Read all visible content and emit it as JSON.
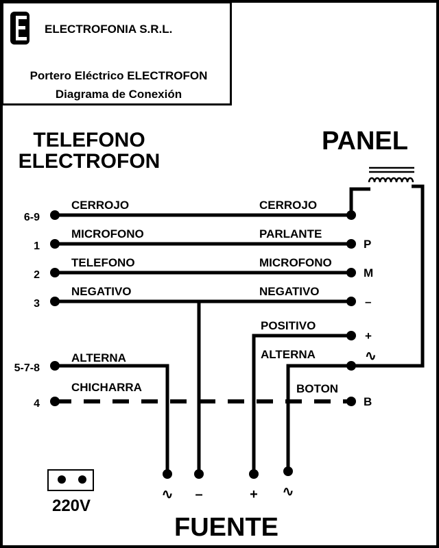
{
  "header": {
    "company": "ELECTROFONIA S.R.L.",
    "subtitle_line1": "Portero Eléctrico ELECTROFON",
    "subtitle_line2": "Diagrama de Conexión"
  },
  "headings": {
    "telefono_line1": "TELEFONO",
    "telefono_line2": "ELECTROFON",
    "panel": "PANEL",
    "fuente": "FUENTE"
  },
  "telefono_terminals": [
    {
      "number": "6-9",
      "wire": "CERROJO"
    },
    {
      "number": "1",
      "wire": "MICROFONO"
    },
    {
      "number": "2",
      "wire": "TELEFONO"
    },
    {
      "number": "3",
      "wire": "NEGATIVO"
    },
    {
      "number": "5-7-8",
      "wire": "ALTERNA"
    },
    {
      "number": "4",
      "wire": "CHICHARRA"
    }
  ],
  "panel_terminals": [
    {
      "wire": "CERROJO",
      "symbol": ""
    },
    {
      "wire": "PARLANTE",
      "symbol": "P"
    },
    {
      "wire": "MICROFONO",
      "symbol": "M"
    },
    {
      "wire": "NEGATIVO",
      "symbol": "–"
    },
    {
      "wire": "POSITIVO",
      "symbol": "+"
    },
    {
      "wire": "ALTERNA",
      "symbol": "∿"
    },
    {
      "wire": "BOTON",
      "symbol": "B"
    }
  ],
  "fuente_terminals": [
    "∿",
    "–",
    "+",
    "∿"
  ],
  "outlet_label": "220V"
}
